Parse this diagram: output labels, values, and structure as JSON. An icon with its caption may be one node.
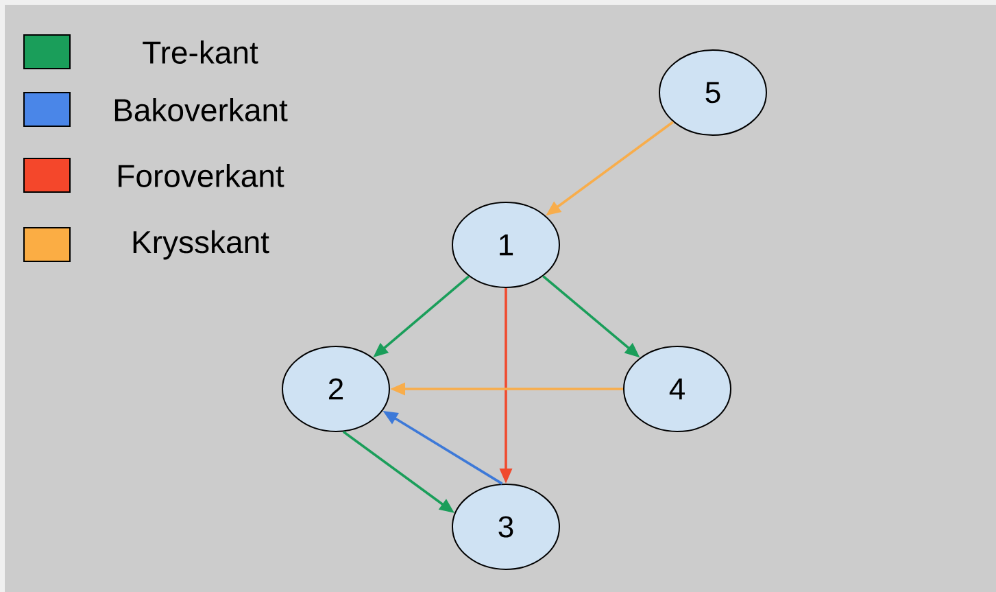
{
  "diagram": {
    "nodes": [
      {
        "text": [
          "5"
        ]
      },
      {
        "text": [
          "1"
        ]
      },
      {
        "text": [
          "2"
        ]
      },
      {
        "text": [
          "4"
        ]
      },
      {
        "text": [
          "3"
        ]
      }
    ],
    "edges": [
      {
        "from": 0,
        "to": 1,
        "arrow": "to",
        "color": "#f8ad4b"
      },
      {
        "from": 1,
        "to": 2,
        "arrow": "to",
        "color": "#1a9e5a"
      },
      {
        "from": 1,
        "to": 3,
        "arrow": "to",
        "color": "#1a9e5a"
      },
      {
        "from": 1,
        "to": 4,
        "arrow": "to",
        "color": "#f04a2e"
      },
      {
        "from": 3,
        "to": 2,
        "arrow": "to",
        "color": "#f8ad4b"
      },
      {
        "from": 4,
        "to": 2,
        "arrow": "to",
        "color": "#3d79d8"
      },
      {
        "from": 2,
        "to": 4,
        "arrow": "to",
        "color": "#1a9e5a"
      }
    ],
    "legend": [
      {
        "text": "Tre-kant",
        "color": "#1a9e5a"
      },
      {
        "text": "Bakoverkant",
        "color": "#4a86e8"
      },
      {
        "text": "Foroverkant",
        "color": "#f4472b"
      },
      {
        "text": "Krysskant",
        "color": "#fbad44"
      }
    ]
  }
}
